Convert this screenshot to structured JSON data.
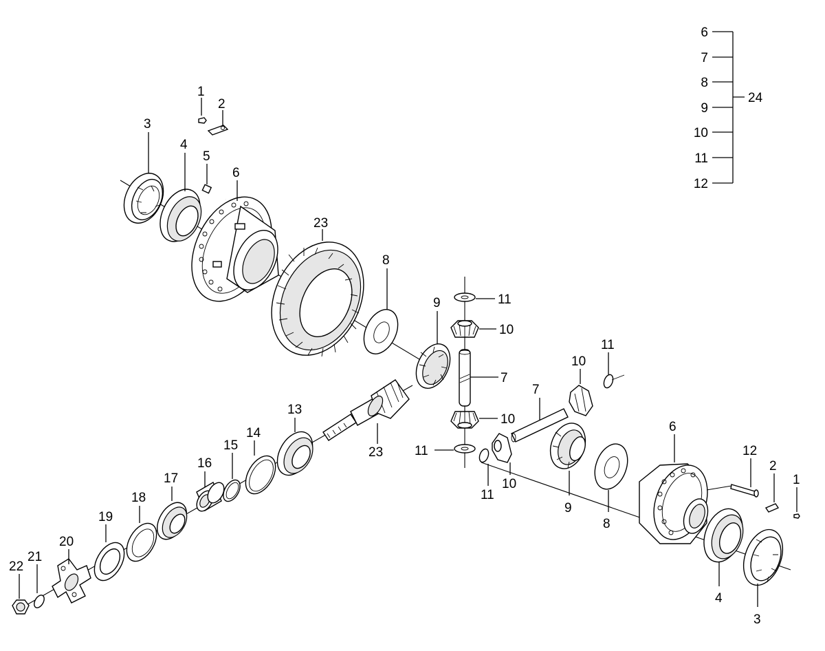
{
  "callouts": {
    "l1": "1",
    "l2": "2",
    "l3": "3",
    "l4": "4",
    "l5": "5",
    "l6": "6",
    "l23a": "23",
    "l8": "8",
    "l9": "9",
    "l11a": "11",
    "l10a": "10",
    "l7a": "7",
    "l10b": "10",
    "l11b": "11",
    "l10c": "10",
    "l11c": "11",
    "l7b": "7",
    "l10d": "10",
    "l11d": "11",
    "l9b": "9",
    "l8b": "8",
    "l6b": "6",
    "l12": "12",
    "l2b": "2",
    "l1b": "1",
    "l4b": "4",
    "l3b": "3",
    "l13": "13",
    "l14": "14",
    "l15": "15",
    "l16": "16",
    "l17": "17",
    "l18": "18",
    "l19": "19",
    "l20": "20",
    "l21": "21",
    "l22": "22",
    "l23b": "23"
  },
  "kit": {
    "items": [
      "6",
      "7",
      "8",
      "9",
      "10",
      "11",
      "12"
    ],
    "label": "24"
  }
}
